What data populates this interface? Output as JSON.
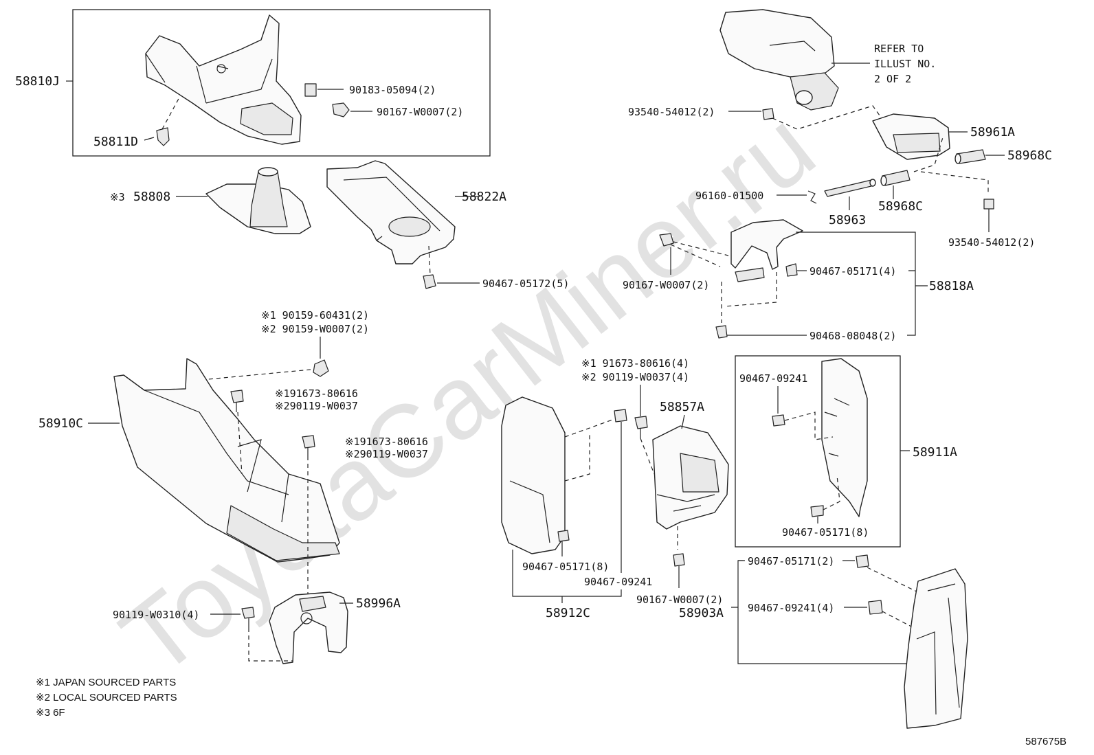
{
  "watermark": "ToyotaCarMiner.ru",
  "footer_code": "587675B",
  "notes": [
    "※1 JAPAN SOURCED PARTS",
    "※2 LOCAL SOURCED PARTS",
    "※3 6F"
  ],
  "refer": [
    "REFER TO",
    "ILLUST NO.",
    "2 OF 2"
  ],
  "labels": {
    "p58810J": "58810J",
    "p58811D": "58811D",
    "p90183": "90183-05094(2)",
    "p90167a": "90167-W0007(2)",
    "p58808_pre": "※3",
    "p58808": "58808",
    "p58822A": "58822A",
    "p90467_05172": "90467-05172(5)",
    "p90159_j": "※1 90159-60431(2)",
    "p90159_l": "※2 90159-W0007(2)",
    "p91673_a_j": "※191673-80616",
    "p90119_a_l": "※290119-W0037",
    "p58910C": "58910C",
    "p91673_b_j": "※191673-80616",
    "p90119_b_l": "※290119-W0037",
    "p58996A": "58996A",
    "p90119_w0310": "90119-W0310(4)",
    "p93540_a": "93540-54012(2)",
    "p58961A": "58961A",
    "p58968C_a": "58968C",
    "p96160": "96160-01500",
    "p58963": "58963",
    "p58968C_b": "58968C",
    "p93540_b": "93540-54012(2)",
    "p90167b": "90167-W0007(2)",
    "p90467_05171_4": "90467-05171(4)",
    "p58818A": "58818A",
    "p90468": "90468-08048(2)",
    "p91673_c_j": "※1 91673-80616(4)",
    "p90119_c_l": "※2 90119-W0037(4)",
    "p58857A": "58857A",
    "p90467_09241_a": "90467-09241",
    "p58911A": "58911A",
    "p90467_05171_8a": "90467-05171(8)",
    "p90467_05171_8b": "90467-05171(8)",
    "p90467_09241_b": "90467-09241",
    "p58912C": "58912C",
    "p90167c": "90167-W0007(2)",
    "p58903A": "58903A",
    "p90467_05171_2": "90467-05171(2)",
    "p90467_09241_4": "90467-09241(4)"
  }
}
